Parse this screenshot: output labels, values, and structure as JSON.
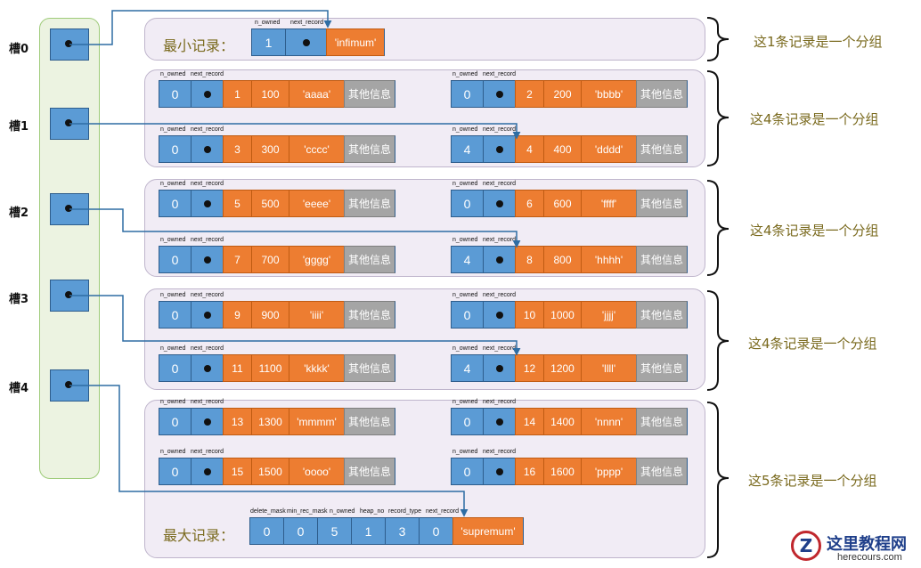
{
  "slots": [
    {
      "label": "槽0"
    },
    {
      "label": "槽1"
    },
    {
      "label": "槽2"
    },
    {
      "label": "槽3"
    },
    {
      "label": "槽4"
    }
  ],
  "headers": {
    "n_owned": "n_owned",
    "next_record": "next_record"
  },
  "infimum": {
    "title": "最小记录：",
    "n_owned": "1",
    "value": "'infimum'"
  },
  "supremum": {
    "title": "最大记录：",
    "headers": [
      "delete_mask",
      "min_rec_mask",
      "n_owned",
      "heap_no",
      "record_type",
      "next_record"
    ],
    "values": [
      "0",
      "0",
      "5",
      "1",
      "3",
      "0"
    ],
    "value": "'supremum'"
  },
  "other_info": "其他信息",
  "records": [
    {
      "n_owned": "0",
      "id": "1",
      "num": "100",
      "str": "'aaaa'"
    },
    {
      "n_owned": "0",
      "id": "2",
      "num": "200",
      "str": "'bbbb'"
    },
    {
      "n_owned": "0",
      "id": "3",
      "num": "300",
      "str": "'cccc'"
    },
    {
      "n_owned": "4",
      "id": "4",
      "num": "400",
      "str": "'dddd'"
    },
    {
      "n_owned": "0",
      "id": "5",
      "num": "500",
      "str": "'eeee'"
    },
    {
      "n_owned": "0",
      "id": "6",
      "num": "600",
      "str": "'ffff'"
    },
    {
      "n_owned": "0",
      "id": "7",
      "num": "700",
      "str": "'gggg'"
    },
    {
      "n_owned": "4",
      "id": "8",
      "num": "800",
      "str": "'hhhh'"
    },
    {
      "n_owned": "0",
      "id": "9",
      "num": "900",
      "str": "'iiii'"
    },
    {
      "n_owned": "0",
      "id": "10",
      "num": "1000",
      "str": "'jjjj'"
    },
    {
      "n_owned": "0",
      "id": "11",
      "num": "1100",
      "str": "'kkkk'"
    },
    {
      "n_owned": "4",
      "id": "12",
      "num": "1200",
      "str": "'llll'"
    },
    {
      "n_owned": "0",
      "id": "13",
      "num": "1300",
      "str": "'mmmm'"
    },
    {
      "n_owned": "0",
      "id": "14",
      "num": "1400",
      "str": "'nnnn'"
    },
    {
      "n_owned": "0",
      "id": "15",
      "num": "1500",
      "str": "'oooo'"
    },
    {
      "n_owned": "0",
      "id": "16",
      "num": "1600",
      "str": "'pppp'"
    }
  ],
  "group_labels": [
    "这1条记录是一个分组",
    "这4条记录是一个分组",
    "这4条记录是一个分组",
    "这4条记录是一个分组",
    "这5条记录是一个分组"
  ],
  "watermark": {
    "text": "这里教程网",
    "url": "herecours.com"
  },
  "colors": {
    "slot": "#5b9bd5",
    "orange": "#ed7d31",
    "gray": "#a5a5a5",
    "arrow": "#2e6da4",
    "label": "#7a6a1e"
  }
}
